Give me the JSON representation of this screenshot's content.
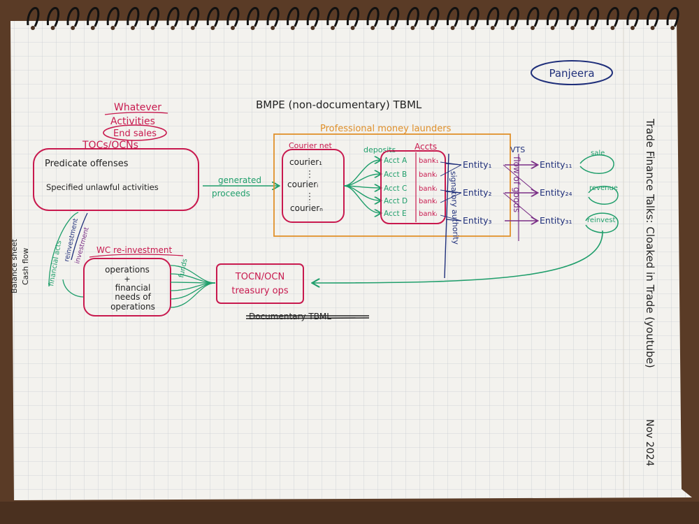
{
  "tag": "Panjeera",
  "title": "BMPE (non-documentary) TBML",
  "side_note": "Trade Finance Talks: Cloaked in Trade (youtube)",
  "date": "Nov 2024",
  "labels": {
    "whatever": "Whatever",
    "activities": "Activities",
    "end_sales": "End sales",
    "tocs_ocns": "TOCs/OCNs",
    "predicate": "Predicate offenses",
    "specified": "Specified unlawful activities",
    "generated": "generated",
    "proceeds": "proceeds",
    "pml": "Professional money launders",
    "courier_net": "Courier net",
    "courier_1": "courier₁",
    "courier_i": "courierᵢ",
    "courier_n": "courierₙ",
    "deposits": "deposits",
    "accts": "Accts",
    "accounts": [
      "Acct A",
      "Acct B",
      "Acct C",
      "Acct D",
      "Acct E"
    ],
    "banks": [
      "bank₁",
      "bankᵢ",
      "bankᵢ",
      "bankᵢ",
      "bankᵢ"
    ],
    "signatory": "signatory authority",
    "entities_left": [
      "Entity₁",
      "Entity₂",
      "Entity₃"
    ],
    "vts": "VTS",
    "flow_of_goods": "flow of goods",
    "entities_right": [
      "Entity₁₁",
      "Entity₂₄",
      "Entity₃₁"
    ],
    "sale": "sale",
    "revenue": "revenue",
    "reinvest": "reinvest",
    "balance_sheet": "Balance sheet",
    "cash_flow": "Cash flow",
    "financial_acts": "financial acts",
    "investment": "investment",
    "reinvestment": "reinvestment",
    "wc": "WC re-investment",
    "ops_1": "operations",
    "ops_2": "+",
    "ops_3": "financial",
    "ops_4": "needs of",
    "ops_5": "operations",
    "funds": "funds",
    "treasury_1": "TOCN/OCN",
    "treasury_2": "treasury ops",
    "struck": "Documentary TBML"
  },
  "colors": {
    "paper": "#f3f2ee",
    "grid": "#c9cdd2",
    "red": "#c8194e",
    "green": "#1f9e6b",
    "navy": "#1f2f7a",
    "purple": "#7a2e86",
    "orange": "#e0902a",
    "black": "#222222"
  }
}
